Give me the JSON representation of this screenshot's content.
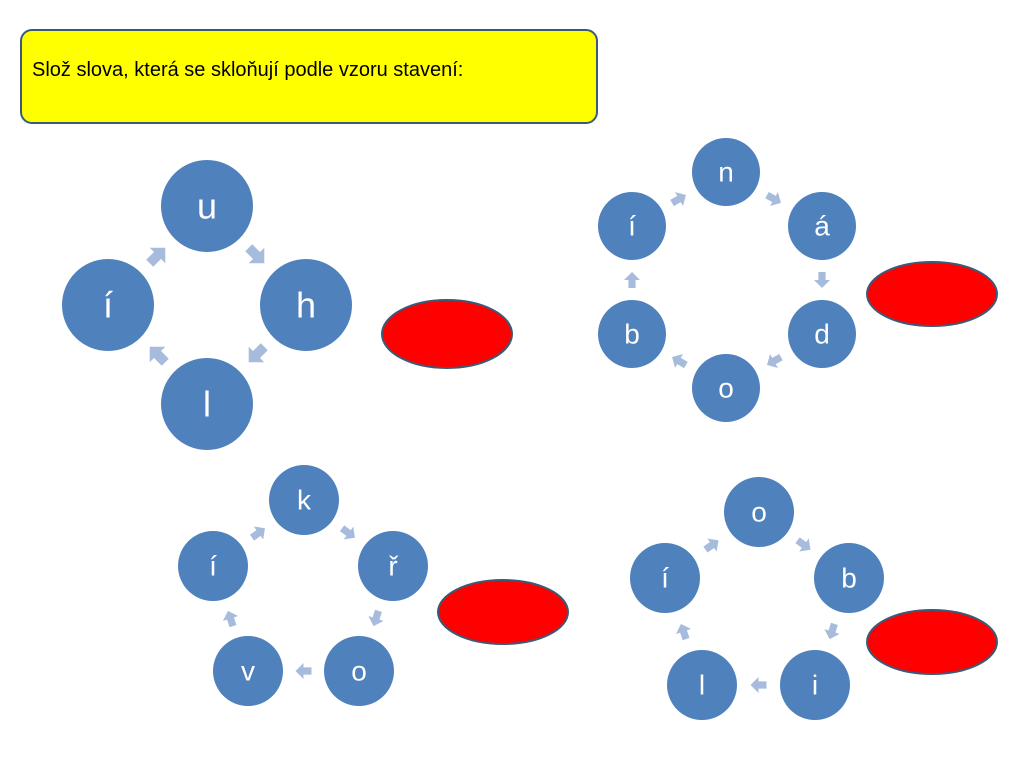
{
  "instruction": "Slož slova, která se skloňují podle vzoru stavení:",
  "colors": {
    "circle": "#4f81bd",
    "arrow": "#a7bcdc",
    "answer_fill": "#ff0000",
    "answer_stroke": "#3a5a78",
    "box_fill": "#ffff00"
  },
  "puzzles": [
    {
      "letters": [
        "u",
        "h",
        "l",
        "í"
      ]
    },
    {
      "letters": [
        "n",
        "á",
        "d",
        "o",
        "b",
        "í"
      ]
    },
    {
      "letters": [
        "k",
        "ř",
        "o",
        "v",
        "í"
      ]
    },
    {
      "letters": [
        "o",
        "b",
        "i",
        "l",
        "í"
      ]
    }
  ]
}
